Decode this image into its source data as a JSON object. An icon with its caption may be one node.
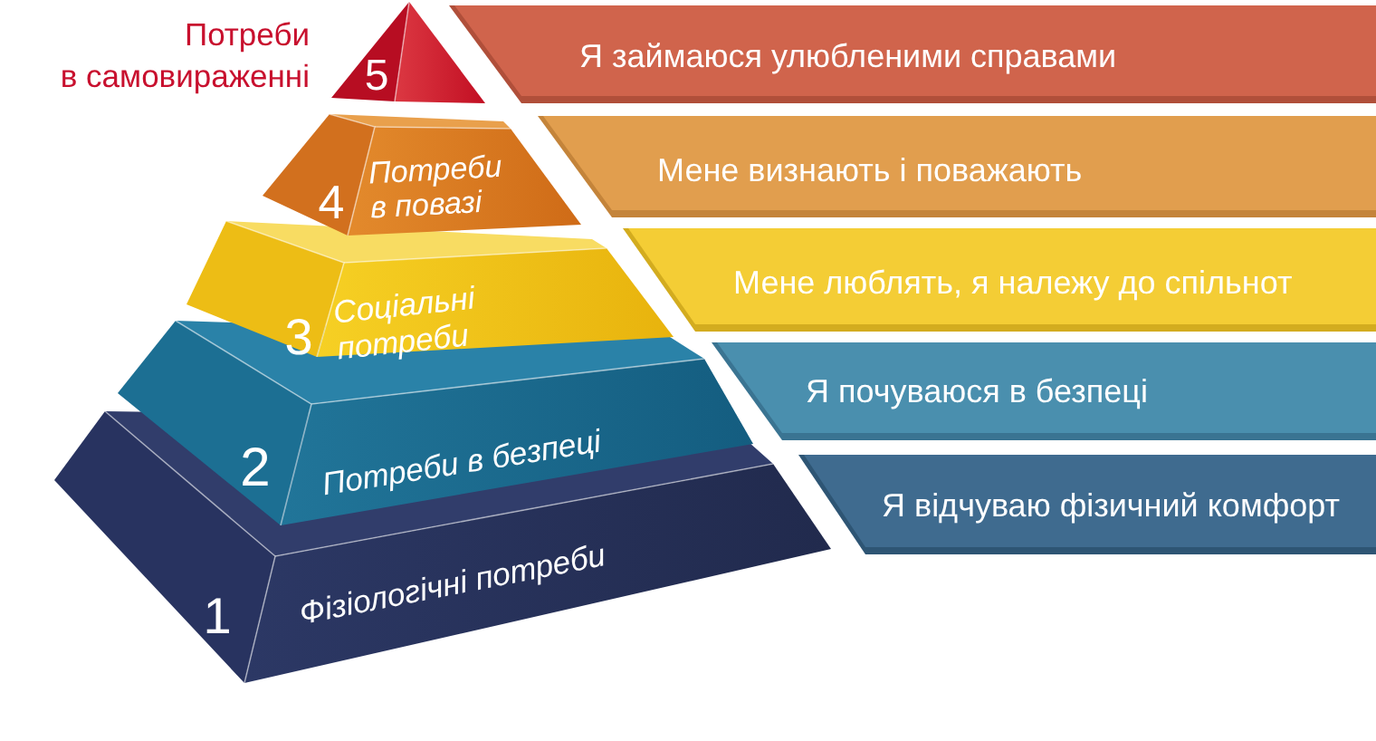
{
  "diagram": {
    "nodes": [
      {
        "text": [
          "5"
        ],
        "beside": [
          "Потреби в самовираженні"
        ]
      },
      {
        "text": [
          "Я займаюся улюбленими справами"
        ]
      },
      {
        "text": [
          "4",
          "Потреби в повазі"
        ]
      },
      {
        "text": [
          "Мене визнають і поважають"
        ]
      },
      {
        "text": [
          "3",
          "Соціальні потреби"
        ]
      },
      {
        "text": [
          "Мене люблять, я належу до спільнот"
        ]
      },
      {
        "text": [
          "2",
          "Потреби в безпеці"
        ]
      },
      {
        "text": [
          "Я почуваюся в безпеці"
        ]
      },
      {
        "text": [
          "1",
          "Фізіологічні потреби"
        ]
      },
      {
        "text": [
          "Я відчуваю фізичний комфорт"
        ]
      }
    ]
  }
}
